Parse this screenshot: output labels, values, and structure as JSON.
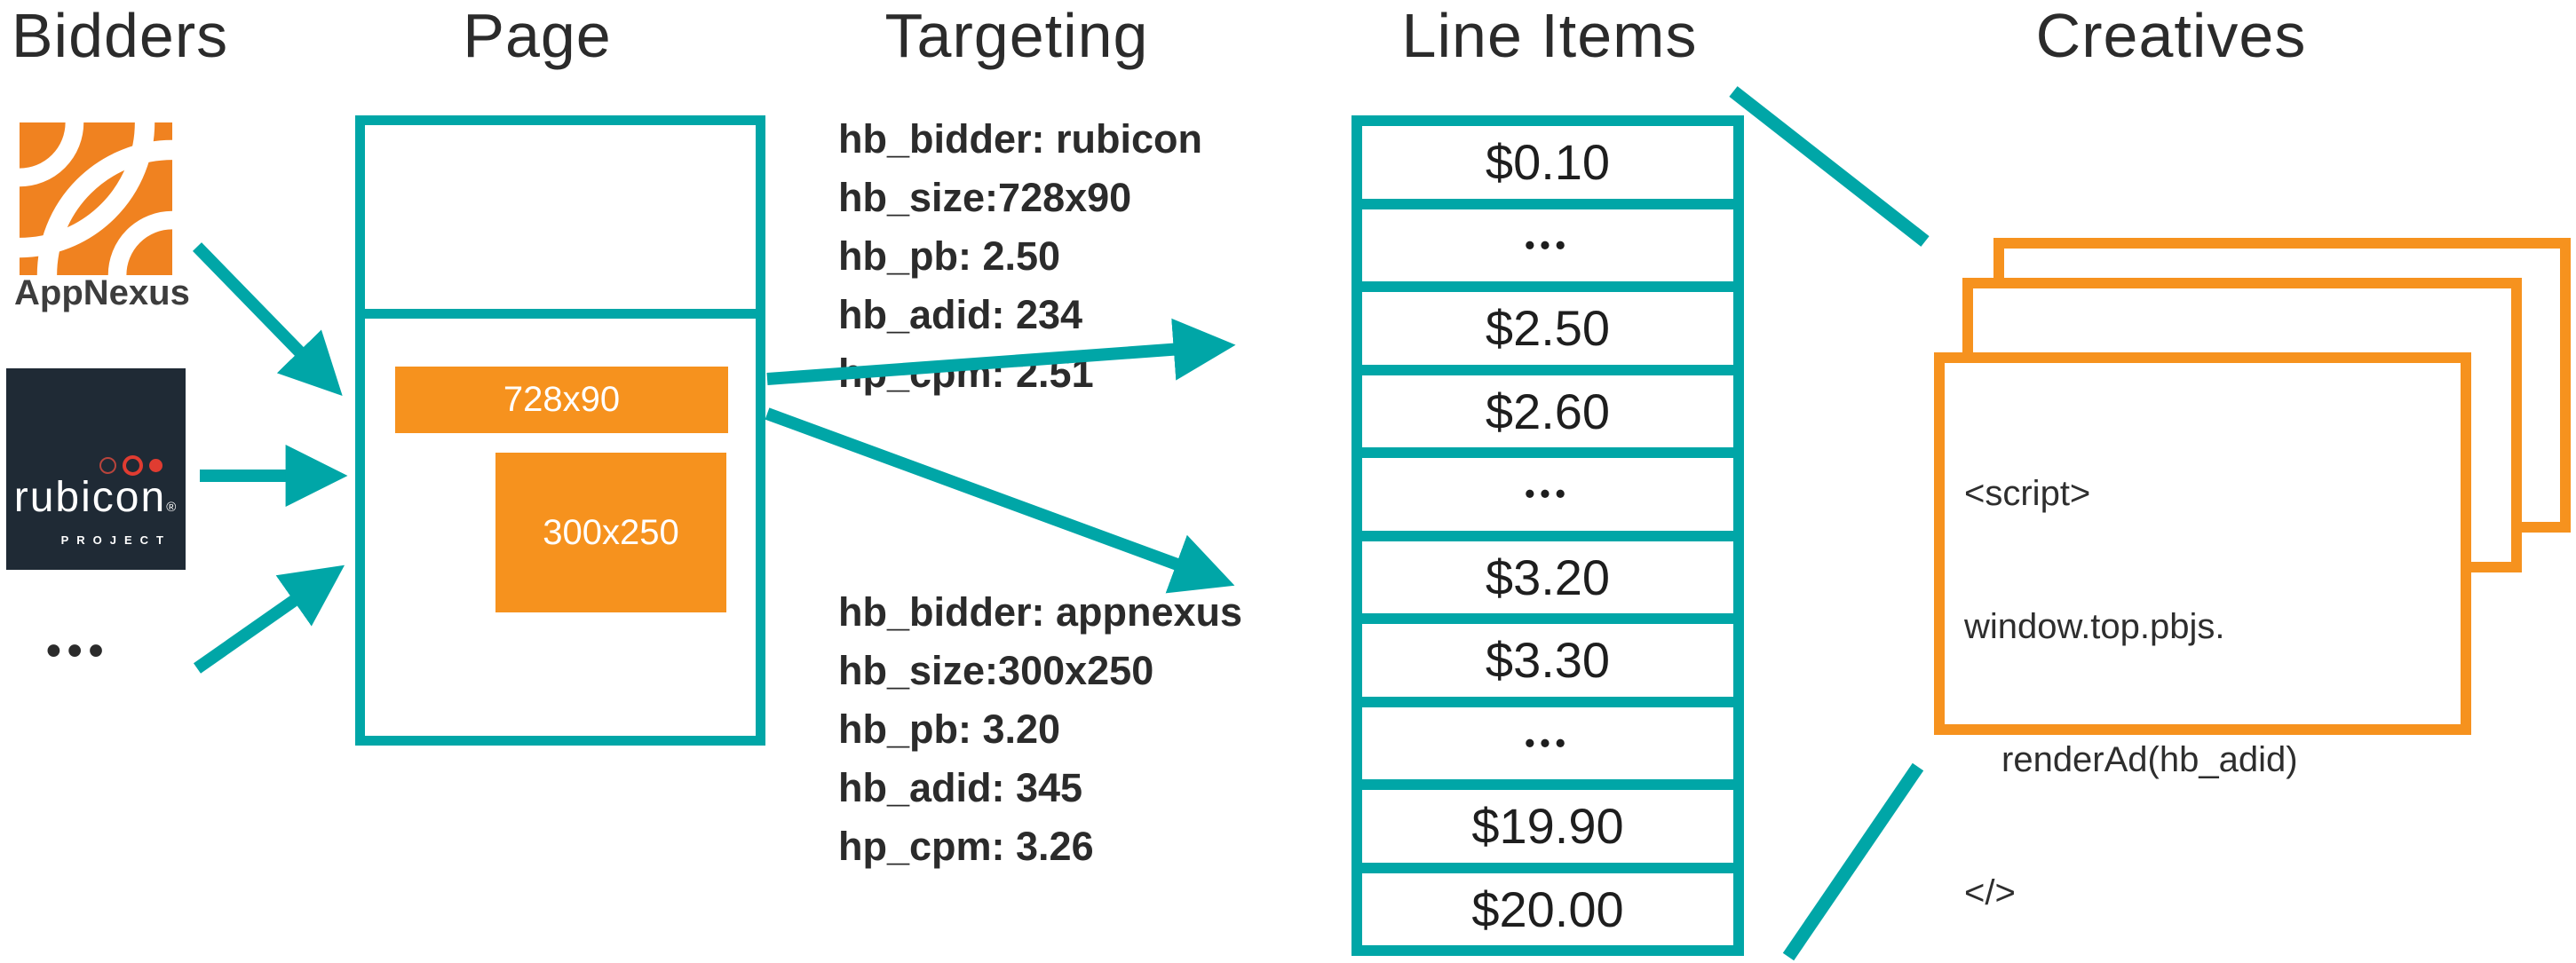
{
  "columns": {
    "bidders": "Bidders",
    "page": "Page",
    "targeting": "Targeting",
    "line_items": "Line Items",
    "creatives": "Creatives"
  },
  "bidders": {
    "appnexus_label": "AppNexus",
    "rubicon_label": "rubicon",
    "rubicon_reg": "®",
    "rubicon_sub": "PROJECT",
    "more": "•••"
  },
  "page": {
    "banner_label": "728x90",
    "rect_label": "300x250"
  },
  "targeting": {
    "block1": [
      "hb_bidder: rubicon",
      "hb_size:728x90",
      "hb_pb: 2.50",
      "hb_adid: 234",
      "hp_cpm: 2.51"
    ],
    "block2": [
      "hb_bidder: appnexus",
      "hb_size:300x250",
      "hb_pb: 3.20",
      "hb_adid: 345",
      "hp_cpm: 3.26"
    ]
  },
  "line_items": {
    "rows": [
      "$0.10",
      "•••",
      "$2.50",
      "$2.60",
      "•••",
      "$3.20",
      "$3.30",
      "•••",
      "$19.90",
      "$20.00"
    ]
  },
  "creatives": {
    "code_lines": [
      "<script>",
      "window.top.pbjs.",
      "renderAd(hb_adid)",
      "</>"
    ]
  },
  "colors": {
    "teal": "#00a6a7",
    "orange": "#f6921e",
    "dark_text": "#2b2b2b",
    "rubicon_bg": "#1f2a35",
    "rubicon_red": "#e03c31"
  }
}
